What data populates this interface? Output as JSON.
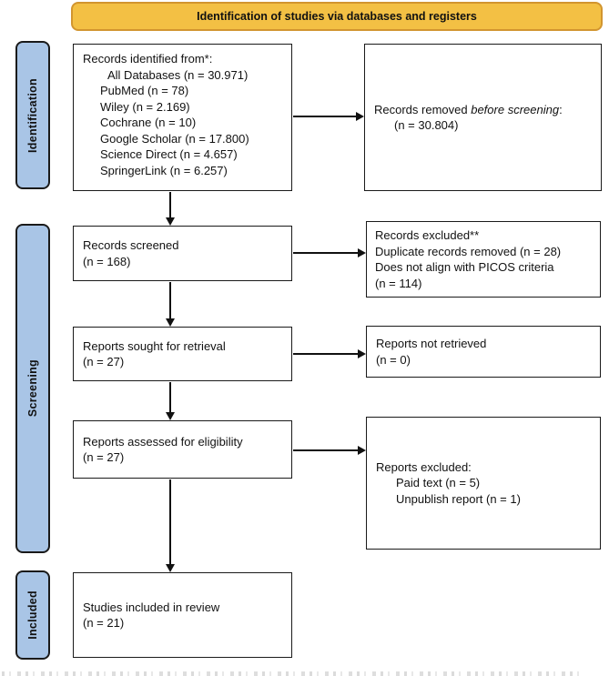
{
  "header": {
    "title": "Identification of studies via databases and registers"
  },
  "sidebar": {
    "stages": [
      {
        "label": "Identification"
      },
      {
        "label": "Screening"
      },
      {
        "label": "Included"
      }
    ]
  },
  "flow": {
    "records_identified": {
      "title": "Records identified from*:",
      "items": [
        "All Databases (n = 30.971)",
        "PubMed (n = 78)",
        "Wiley (n = 2.169)",
        "Cochrane (n = 10)",
        "Google Scholar (n = 17.800)",
        "Science Direct (n = 4.657)",
        "SpringerLink (n = 6.257)"
      ]
    },
    "records_removed": {
      "line1_prefix": "Records removed ",
      "line1_italic": "before screening",
      "line1_suffix": ":",
      "count": "(n = 30.804)"
    },
    "records_screened": {
      "line1": "Records screened",
      "line2": "(n = 168)"
    },
    "records_excluded": {
      "lines": [
        "Records excluded**",
        "Duplicate records removed  (n = 28)",
        "Does not align with PICOS criteria",
        "(n = 114)"
      ]
    },
    "reports_sought": {
      "line1": "Reports sought for retrieval",
      "line2": "(n = 27)"
    },
    "reports_not_retrieved": {
      "line1": "Reports not retrieved",
      "line2": "(n = 0)"
    },
    "reports_assessed": {
      "line1": "Reports assessed for eligibility",
      "line2": "(n = 27)"
    },
    "reports_excluded": {
      "title": "Reports excluded:",
      "items": [
        "Paid text (n = 5)",
        "Unpublish report (n = 1)"
      ]
    },
    "studies_included": {
      "line1": "Studies included in review",
      "line2": "(n = 21)"
    }
  },
  "colors": {
    "header_fill": "#F3C044",
    "header_border": "#D2952F",
    "stage_fill": "#A9C5E6",
    "box_border": "#1A1A1A",
    "arrow": "#111111"
  }
}
